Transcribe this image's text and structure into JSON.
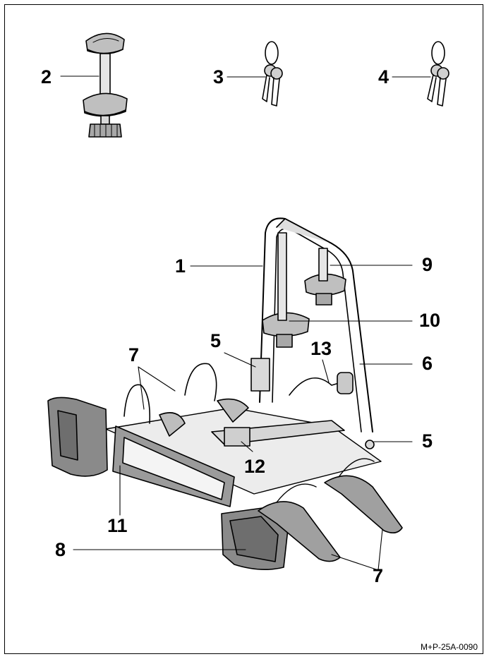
{
  "callouts": {
    "c1": "1",
    "c2": "2",
    "c3": "3",
    "c4": "4",
    "c5a": "5",
    "c5b": "5",
    "c6": "6",
    "c7a": "7",
    "c7b": "7",
    "c8": "8",
    "c9": "9",
    "c10": "10",
    "c11": "11",
    "c12": "12",
    "c13": "13"
  },
  "reference_code": "M+P-25A-0090"
}
